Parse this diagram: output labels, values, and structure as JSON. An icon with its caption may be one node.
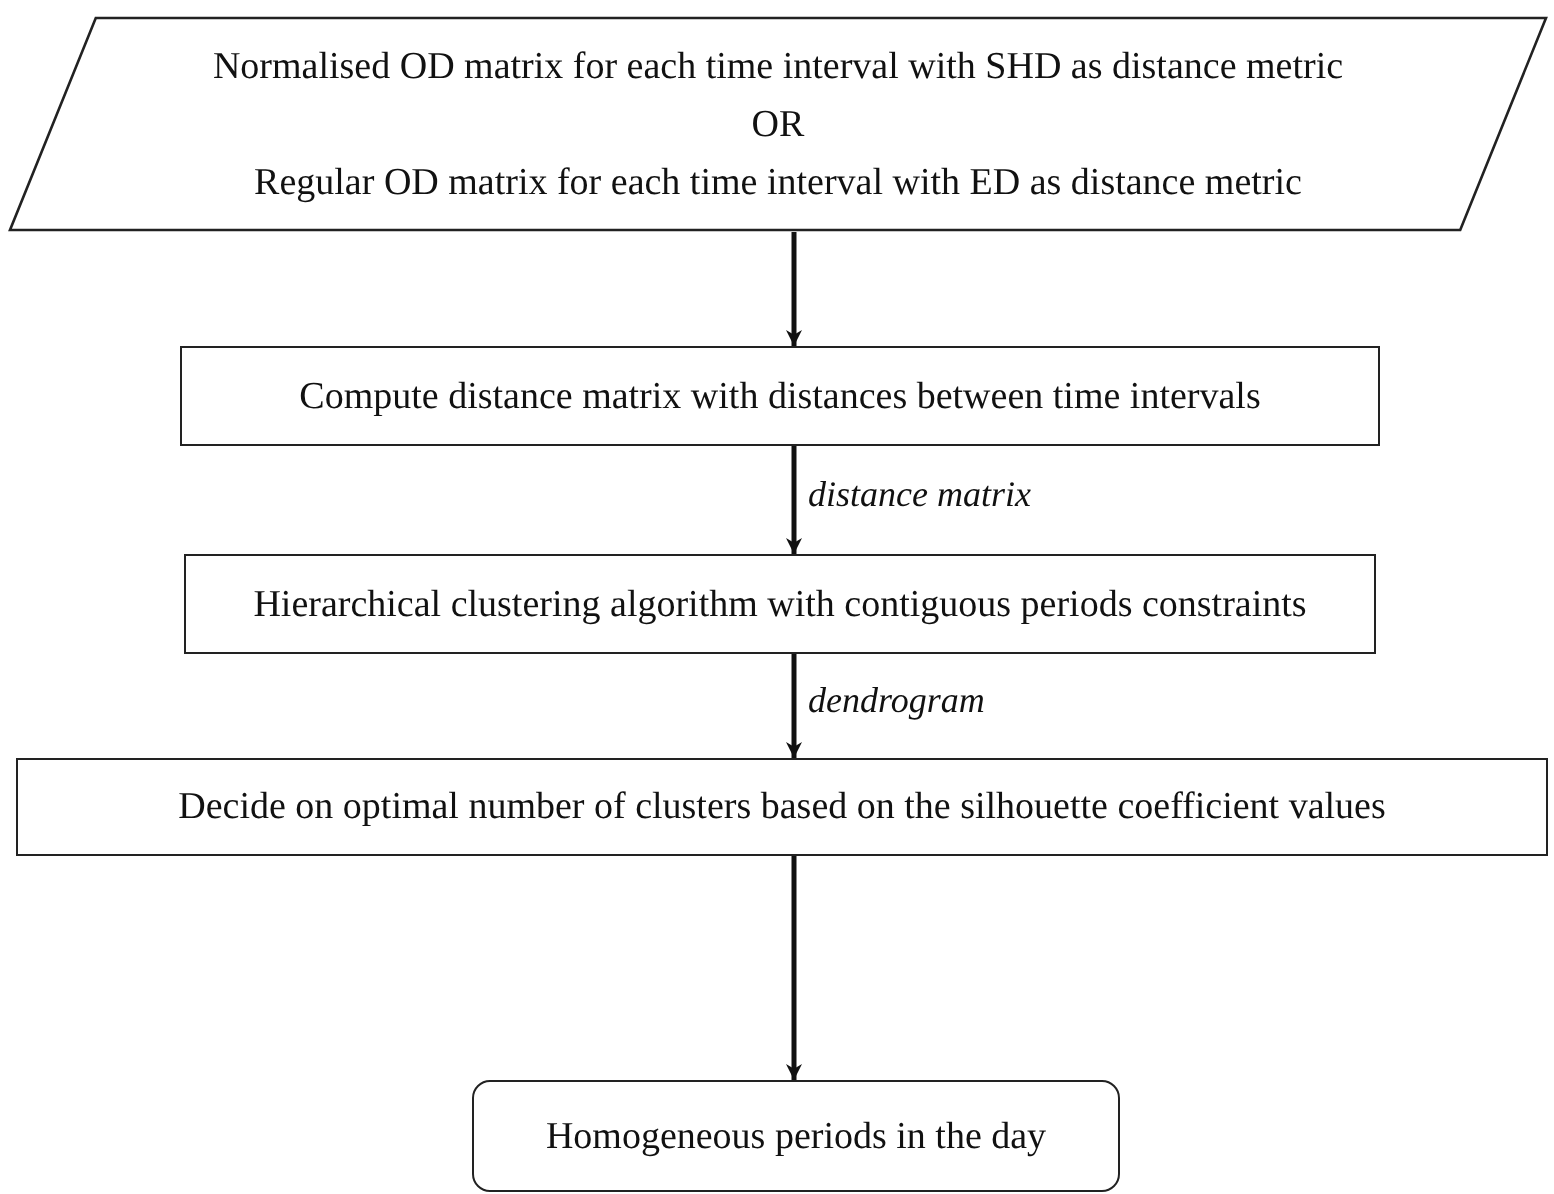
{
  "diagram": {
    "nodes": [
      {
        "text": [
          "Normalised OD matrix for each time interval with SHD as distance metric",
          "OR",
          "Regular OD matrix for each time interval with ED as distance metric"
        ]
      },
      {
        "text": [
          "Compute distance matrix with distances between time intervals"
        ]
      },
      {
        "text": [
          "Hierarchical clustering algorithm with contiguous periods constraints"
        ]
      },
      {
        "text": [
          "Decide on optimal number of clusters based on the silhouette coefficient values"
        ]
      },
      {
        "text": [
          "Homogeneous periods in the day"
        ]
      }
    ],
    "edges": [
      {
        "from": 0,
        "to": 1,
        "arrow": "to"
      },
      {
        "from": 1,
        "to": 2,
        "arrow": "to",
        "label": "distance matrix"
      },
      {
        "from": 2,
        "to": 3,
        "arrow": "to",
        "label": "dendrogram"
      },
      {
        "from": 3,
        "to": 4,
        "arrow": "to"
      }
    ]
  }
}
